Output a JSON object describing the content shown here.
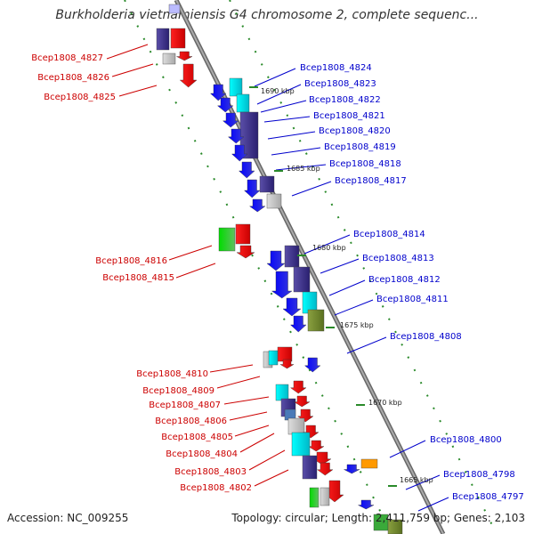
{
  "map": {
    "title": "Burkholderia vietnamiensis G4 chromosome 2, complete sequenc...",
    "accession": "Accession: NC_009255",
    "topology": "Topology: circular; Length: 2,411,759 bp; Genes: 2,103",
    "colors": {
      "forward_label": "#0000cc",
      "reverse_label": "#cc0000",
      "backbone": "#888888",
      "ruler": "#2a8a2a"
    }
  },
  "ticks": [
    "1690 kbp",
    "1685 kbp",
    "1680 kbp",
    "1675 kbp",
    "1670 kbp",
    "1665 kbp"
  ],
  "genes_forward": [
    "Bcep1808_4824",
    "Bcep1808_4823",
    "Bcep1808_4822",
    "Bcep1808_4821",
    "Bcep1808_4820",
    "Bcep1808_4819",
    "Bcep1808_4818",
    "Bcep1808_4817",
    "Bcep1808_4814",
    "Bcep1808_4813",
    "Bcep1808_4812",
    "Bcep1808_4811",
    "Bcep1808_4808",
    "Bcep1808_4800",
    "Bcep1808_4798",
    "Bcep1808_4797"
  ],
  "genes_reverse": [
    "Bcep1808_4827",
    "Bcep1808_4826",
    "Bcep1808_4825",
    "Bcep1808_4816",
    "Bcep1808_4815",
    "Bcep1808_4810",
    "Bcep1808_4809",
    "Bcep1808_4807",
    "Bcep1808_4806",
    "Bcep1808_4805",
    "Bcep1808_4804",
    "Bcep1808_4803",
    "Bcep1808_4802"
  ]
}
